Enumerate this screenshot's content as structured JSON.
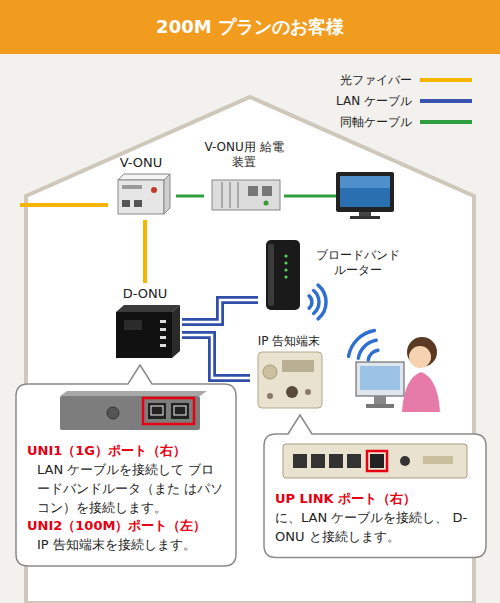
{
  "diagram": {
    "title": "200M プランのお客様",
    "nodes": [
      {
        "text": [
          "V-ONU"
        ]
      },
      {
        "text": [
          "V-ONU用 給電装置"
        ]
      },
      {
        "text": [
          "ブロードバンド ルーター"
        ]
      },
      {
        "text": [
          "D-ONU"
        ]
      },
      {
        "text": [
          "IP 告知端末"
        ]
      },
      {
        "text": [
          "UNI1（1G）ポート（右）",
          "LAN ケーブルを接続して ブロードバンドルータ（また はパソコン）を接続します。",
          "UNI2（100M）ポート（左）",
          "IP 告知端末を接続します。"
        ]
      },
      {
        "text": [
          "UP LINK ポート（右）",
          "に、LAN ケーブルを接続し、 D-ONU と接続します。"
        ]
      }
    ],
    "edges": [
      {
        "from": 0,
        "to": 1,
        "arrow": "none"
      },
      {
        "from": 0,
        "to": 3,
        "arrow": "none"
      },
      {
        "from": 3,
        "to": 2,
        "arrow": "none"
      },
      {
        "from": 3,
        "to": 4,
        "arrow": "none"
      }
    ],
    "legend": [
      {
        "text": "光ファイバー"
      },
      {
        "text": "LAN ケーブル"
      },
      {
        "text": "同軸ケーブル"
      }
    ]
  }
}
